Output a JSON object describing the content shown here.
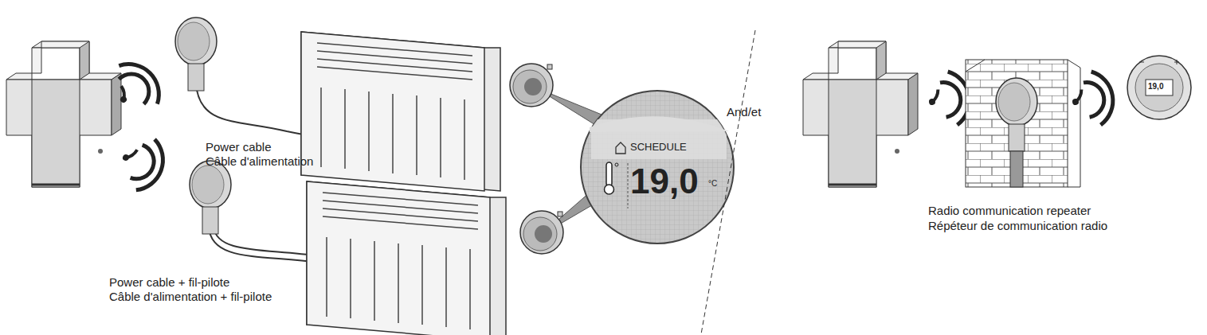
{
  "diagram": {
    "nodes": [
      {
        "text": [
          "SCHEDULE",
          "19,0",
          "°C"
        ]
      },
      {
        "text": [
          "19,0"
        ]
      }
    ],
    "labels": [
      "Power cable",
      "Câble d'alimentation",
      "Power cable + fil-pilote",
      "Câble d'alimentation + fil-pilote",
      "And/et",
      "Radio communication repeater",
      "Répéteur de communication radio"
    ]
  }
}
